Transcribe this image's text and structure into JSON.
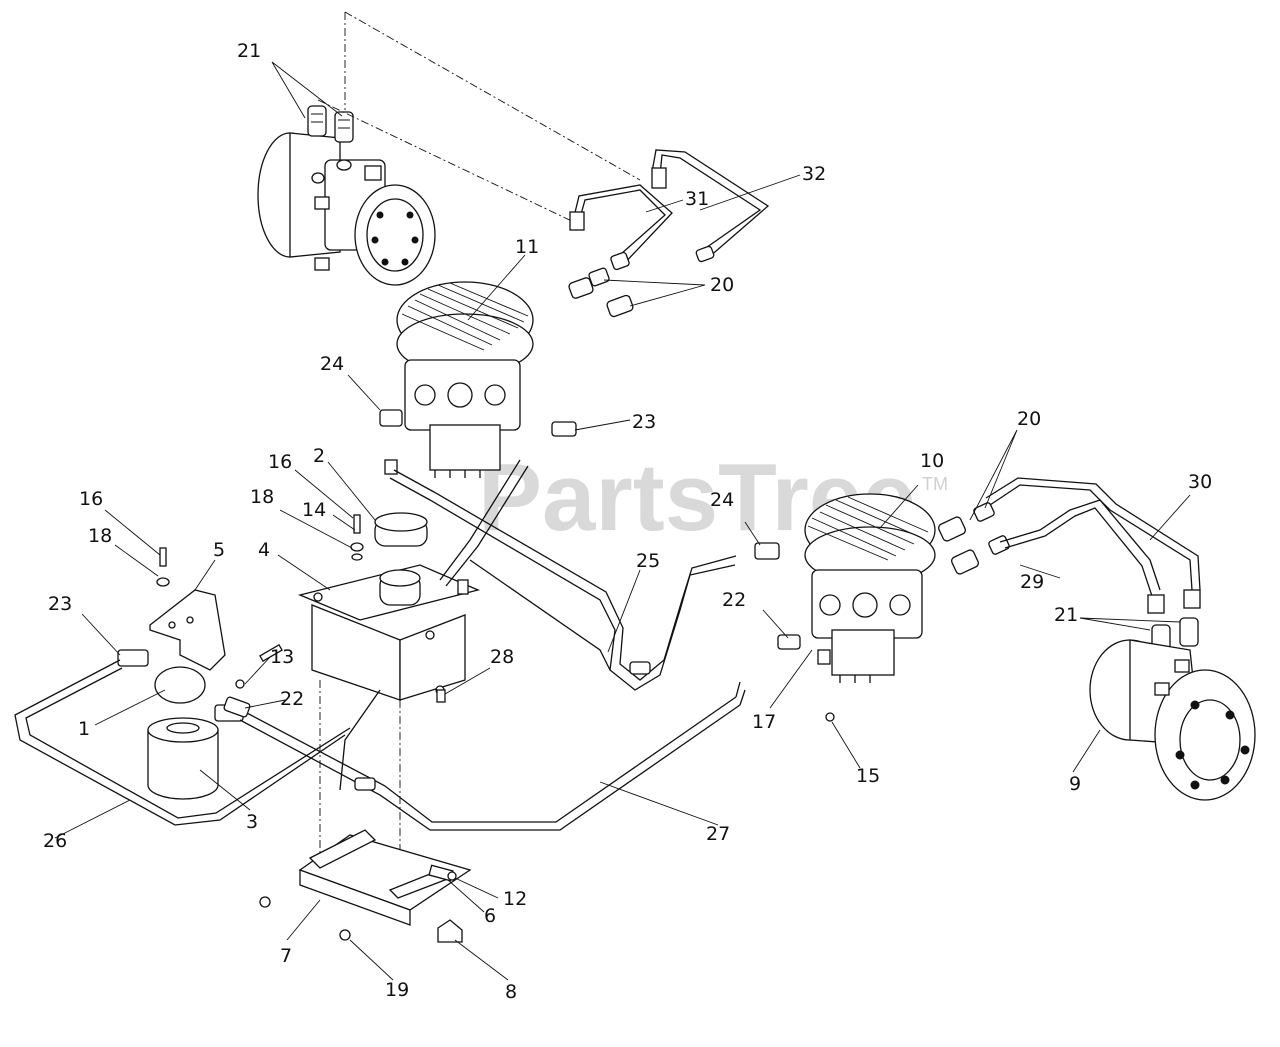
{
  "watermark": {
    "text": "PartsTree",
    "trademark": "TM"
  },
  "callouts": [
    {
      "id": "c21a",
      "label": "21"
    },
    {
      "id": "c32",
      "label": "32"
    },
    {
      "id": "c31",
      "label": "31"
    },
    {
      "id": "c11",
      "label": "11"
    },
    {
      "id": "c20a",
      "label": "20"
    },
    {
      "id": "c24a",
      "label": "24"
    },
    {
      "id": "c23a",
      "label": "23"
    },
    {
      "id": "c16a",
      "label": "16"
    },
    {
      "id": "c2",
      "label": "2"
    },
    {
      "id": "c20b",
      "label": "20"
    },
    {
      "id": "c10",
      "label": "10"
    },
    {
      "id": "c30",
      "label": "30"
    },
    {
      "id": "c16b",
      "label": "16"
    },
    {
      "id": "c18a",
      "label": "18"
    },
    {
      "id": "c14",
      "label": "14"
    },
    {
      "id": "c24b",
      "label": "24"
    },
    {
      "id": "c18b",
      "label": "18"
    },
    {
      "id": "c5",
      "label": "5"
    },
    {
      "id": "c4",
      "label": "4"
    },
    {
      "id": "c25",
      "label": "25"
    },
    {
      "id": "c29",
      "label": "29"
    },
    {
      "id": "c23b",
      "label": "23"
    },
    {
      "id": "c22a",
      "label": "22"
    },
    {
      "id": "c21b",
      "label": "21"
    },
    {
      "id": "c13",
      "label": "13"
    },
    {
      "id": "c28",
      "label": "28"
    },
    {
      "id": "c22b",
      "label": "22"
    },
    {
      "id": "c1",
      "label": "1"
    },
    {
      "id": "c17",
      "label": "17"
    },
    {
      "id": "c15",
      "label": "15"
    },
    {
      "id": "c9",
      "label": "9"
    },
    {
      "id": "c3",
      "label": "3"
    },
    {
      "id": "c26",
      "label": "26"
    },
    {
      "id": "c27",
      "label": "27"
    },
    {
      "id": "c12",
      "label": "12"
    },
    {
      "id": "c6",
      "label": "6"
    },
    {
      "id": "c7",
      "label": "7"
    },
    {
      "id": "c19",
      "label": "19"
    },
    {
      "id": "c8",
      "label": "8"
    }
  ]
}
